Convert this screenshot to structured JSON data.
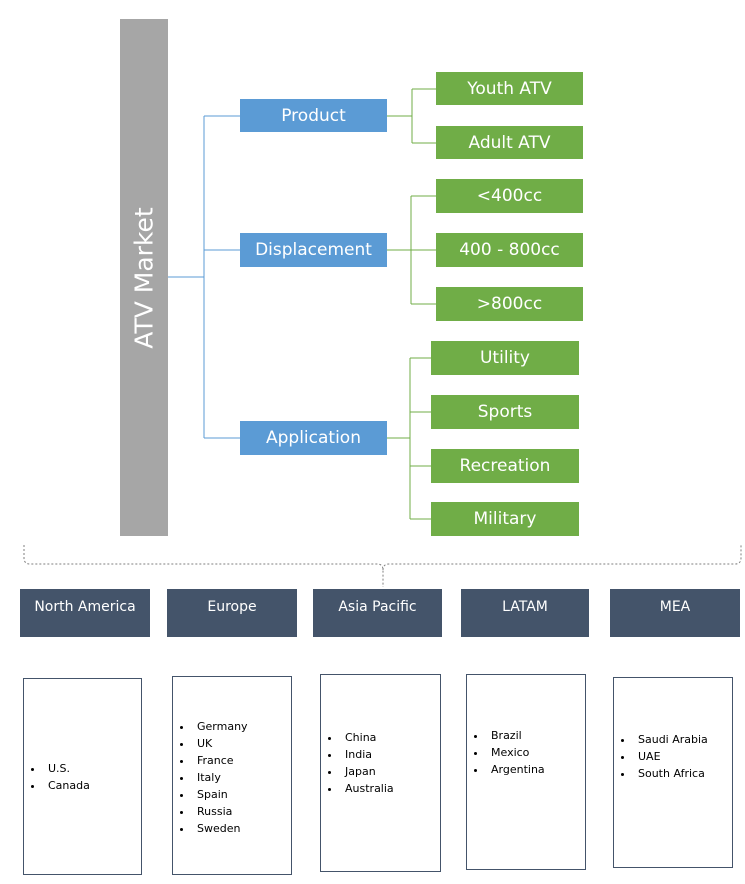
{
  "root": {
    "label": "ATV Market"
  },
  "segments": [
    {
      "key": "product",
      "label": "Product",
      "children": [
        "Youth ATV",
        "Adult ATV"
      ]
    },
    {
      "key": "displacement",
      "label": "Displacement",
      "children": [
        "<400cc",
        "400 - 800cc",
        ">800cc"
      ]
    },
    {
      "key": "application",
      "label": "Application",
      "children": [
        "Utility",
        "Sports",
        "Recreation",
        "Military"
      ]
    }
  ],
  "regions": [
    {
      "label": "North America",
      "countries": [
        "U.S.",
        "Canada"
      ]
    },
    {
      "label": "Europe",
      "countries": [
        "Germany",
        "UK",
        "France",
        "Italy",
        "Spain",
        "Russia",
        "Sweden"
      ]
    },
    {
      "label": "Asia Pacific",
      "countries": [
        "China",
        "India",
        "Japan",
        "Australia"
      ]
    },
    {
      "label": "LATAM",
      "countries": [
        "Brazil",
        "Mexico",
        "Argentina"
      ]
    },
    {
      "label": "MEA",
      "countries": [
        "Saudi Arabia",
        "UAE",
        "South Africa"
      ]
    }
  ],
  "colors": {
    "root": "#a6a6a6",
    "segment": "#5b9bd5",
    "leaf": "#70ad47",
    "region": "#44546a",
    "connector_blue": "#5b9bd5",
    "connector_green": "#70ad47",
    "bracket": "#7f7f7f"
  }
}
